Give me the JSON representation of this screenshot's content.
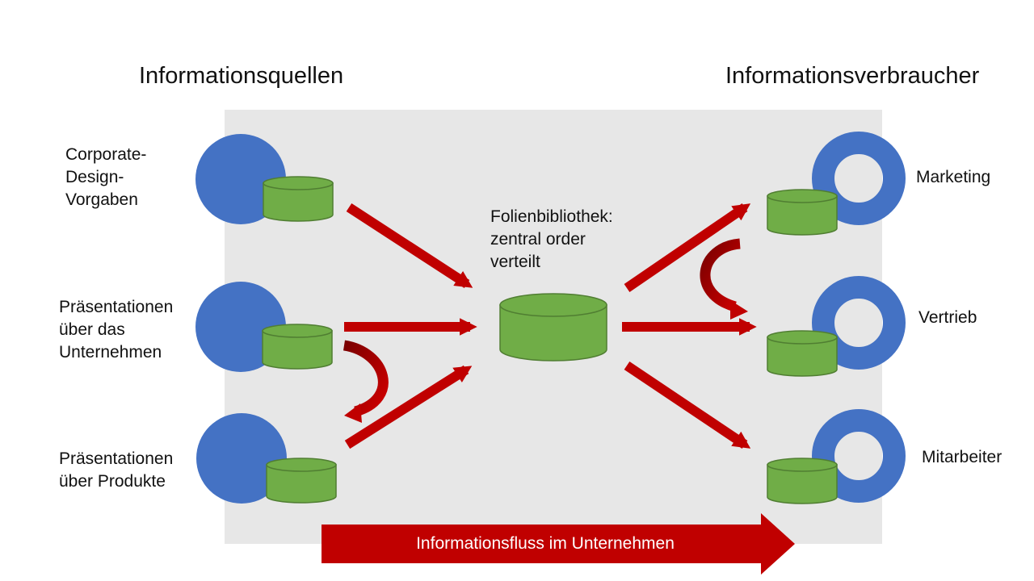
{
  "headings": {
    "sources": "Informationsquellen",
    "consumers": "Informationsverbraucher"
  },
  "sources": [
    {
      "lines": [
        "Corporate-",
        "Design-",
        "Vorgaben"
      ]
    },
    {
      "lines": [
        "Präsentationen",
        "über das",
        "Unternehmen"
      ]
    },
    {
      "lines": [
        "Präsentationen",
        "über Produkte"
      ]
    }
  ],
  "library": {
    "title": "Folienbibliothek:",
    "lines": [
      "zentral order",
      "verteilt"
    ]
  },
  "consumers": [
    {
      "label": "Marketing"
    },
    {
      "label": "Vertrieb"
    },
    {
      "label": "Mitarbeiter"
    }
  ],
  "flow": {
    "label": "Informationsfluss im Unternehmen"
  },
  "colors": {
    "panel": "#e7e7e7",
    "blue": "#4472c4",
    "green": "#70ad47",
    "green_dark": "#507e32",
    "red": "#c00000"
  }
}
